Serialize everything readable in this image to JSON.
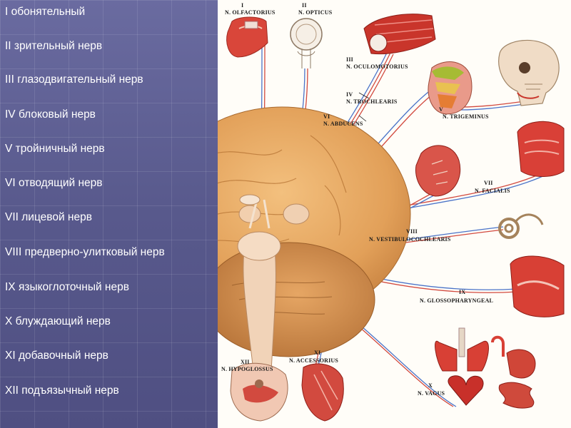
{
  "nerve_list": [
    "I обонятельный",
    "II зрительный нерв",
    "III глазодвигательный нерв",
    "IV блоковый нерв",
    "V тройничный нерв",
    "VI отводящий нерв",
    "VII лицевой нерв",
    "VIII предверно-улитковый нерв",
    "IX языкоглоточный нерв",
    "X блуждающий нерв",
    "XI добавочный нерв",
    "XII подъязычный нерв"
  ],
  "diagram_labels": {
    "I": {
      "numeral": "I",
      "name": "N. OLFACTORIUS"
    },
    "II": {
      "numeral": "II",
      "name": "N. OPTICUS"
    },
    "III": {
      "numeral": "III",
      "name": "N. OCULOMOTORIUS"
    },
    "IV": {
      "numeral": "IV",
      "name": "N. TROCHLEARIS"
    },
    "V": {
      "numeral": "V",
      "name": "N. TRIGEMINUS"
    },
    "VI": {
      "numeral": "VI",
      "name": "N. ABDUCENS"
    },
    "VII": {
      "numeral": "VII",
      "name": "N. FACIALIS"
    },
    "VIII": {
      "numeral": "VIII",
      "name": "N. VESTIBULOCOCHLEARIS"
    },
    "IX": {
      "numeral": "IX",
      "name": "N. GLOSSOPHARYNGEAL"
    },
    "X": {
      "numeral": "X",
      "name": "N. VAGUS"
    },
    "XI": {
      "numeral": "XI",
      "name": "N. ACCESSORIUS"
    },
    "XII": {
      "numeral": "XII",
      "name": "N. HYPOGLOSSUS"
    }
  },
  "colors": {
    "background": "#5e5f92",
    "list_text": "#ffffff",
    "diagram_bg": "#fffdf8",
    "brain": "#e8a65c",
    "organ_red": "#d93a2e",
    "nerve_red": "#d24a3f",
    "nerve_blue": "#4a73c8"
  }
}
